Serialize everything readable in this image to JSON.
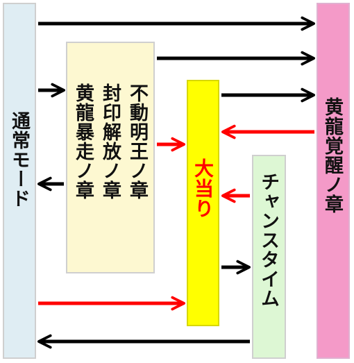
{
  "boxes": {
    "normal_mode": "通常モード",
    "chapters": [
      "不動明王ノ章",
      "封印解放ノ章",
      "黄龍暴走ノ章"
    ],
    "jackpot": "大当り",
    "chance_time": "チャンスタイム",
    "awakening": "黄龍覚醒ノ章"
  },
  "colors": {
    "normal_mode_bg": "#dfedf3",
    "chapters_bg": "#fdf8d1",
    "jackpot_bg": "#ffff00",
    "jackpot_text": "#ff0000",
    "chance_time_bg": "#ddf7d4",
    "awakening_bg": "#f49ac8",
    "arrow_black": "#000000",
    "arrow_red": "#ff0000"
  },
  "transitions": [
    {
      "from": "通常モード",
      "to": "黄龍覚醒ノ章",
      "color": "black"
    },
    {
      "from": "通常モード",
      "to": "不動明王ノ章 / 封印解放ノ章 / 黄龍暴走ノ章",
      "color": "black"
    },
    {
      "from": "不動明王ノ章 / 封印解放ノ章 / 黄龍暴走ノ章",
      "to": "通常モード",
      "color": "black"
    },
    {
      "from": "不動明王ノ章 / 封印解放ノ章 / 黄龍暴走ノ章",
      "to": "黄龍覚醒ノ章",
      "color": "black"
    },
    {
      "from": "不動明王ノ章 / 封印解放ノ章 / 黄龍暴走ノ章",
      "to": "大当り",
      "color": "red"
    },
    {
      "from": "通常モード",
      "to": "大当り",
      "color": "red"
    },
    {
      "from": "大当り",
      "to": "黄龍覚醒ノ章",
      "color": "black"
    },
    {
      "from": "黄龍覚醒ノ章",
      "to": "大当り",
      "color": "red"
    },
    {
      "from": "チャンスタイム",
      "to": "大当り",
      "color": "red"
    },
    {
      "from": "大当り",
      "to": "チャンスタイム",
      "color": "black"
    },
    {
      "from": "チャンスタイム",
      "to": "通常モード",
      "color": "black"
    }
  ]
}
